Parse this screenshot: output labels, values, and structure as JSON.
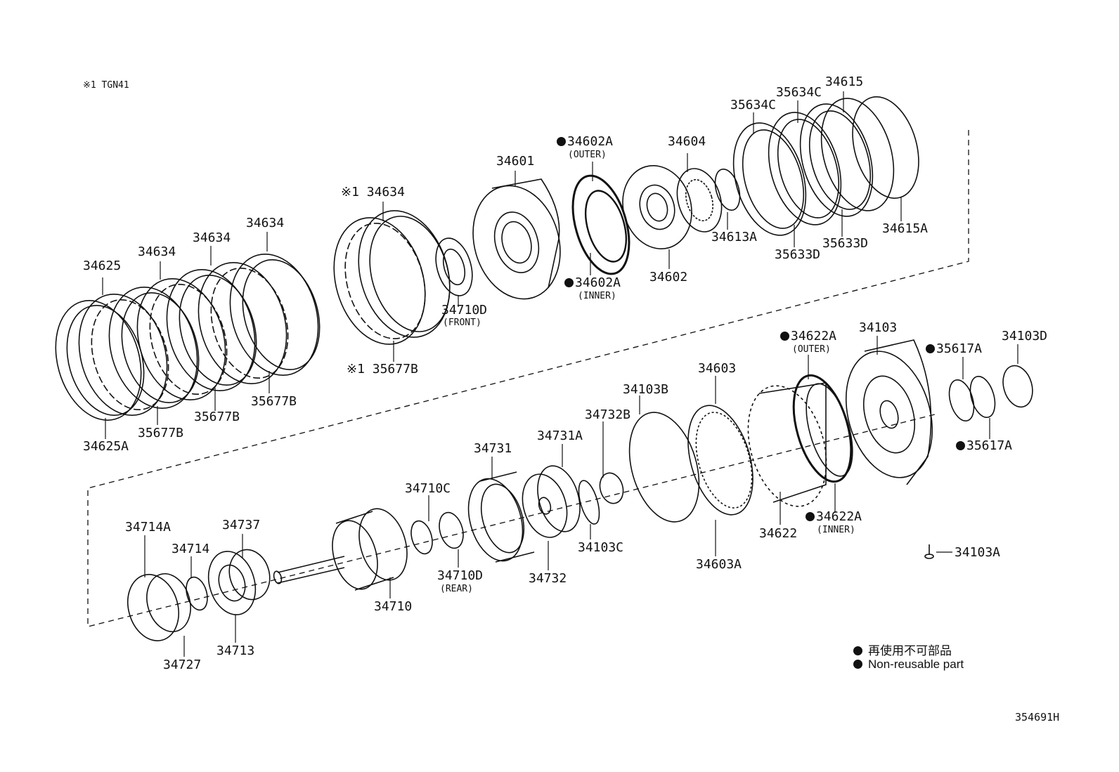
{
  "note": "※1 TGN41",
  "drawing_code": "354691H",
  "legend": [
    {
      "text": "再使用不可部品"
    },
    {
      "text": "Non-reusable part"
    }
  ],
  "parts": [
    {
      "id": "34625",
      "mark": false
    },
    {
      "id": "34634",
      "mark": false
    },
    {
      "id": "34634",
      "mark": false
    },
    {
      "id": "34634",
      "mark": false
    },
    {
      "id": "※1 34634",
      "mark": false
    },
    {
      "id": "34625A",
      "mark": false
    },
    {
      "id": "35677B",
      "mark": false
    },
    {
      "id": "35677B",
      "mark": false
    },
    {
      "id": "35677B",
      "mark": false
    },
    {
      "id": "※1 35677B",
      "mark": false
    },
    {
      "id": "34710D",
      "sub": "(FRONT)",
      "mark": false
    },
    {
      "id": "34601",
      "mark": false
    },
    {
      "id": "34602A",
      "sub": "(OUTER)",
      "mark": true
    },
    {
      "id": "34602A",
      "sub": "(INNER)",
      "mark": true
    },
    {
      "id": "34604",
      "mark": false
    },
    {
      "id": "34602",
      "mark": false
    },
    {
      "id": "34613A",
      "mark": false
    },
    {
      "id": "35634C",
      "mark": false
    },
    {
      "id": "35634C",
      "mark": false
    },
    {
      "id": "34615",
      "mark": false
    },
    {
      "id": "35633D",
      "mark": false
    },
    {
      "id": "35633D",
      "mark": false
    },
    {
      "id": "34615A",
      "mark": false
    },
    {
      "id": "34622A",
      "sub": "(OUTER)",
      "mark": true
    },
    {
      "id": "34103",
      "mark": false
    },
    {
      "id": "35617A",
      "mark": true
    },
    {
      "id": "34103D",
      "mark": false
    },
    {
      "id": "35617A",
      "mark": true
    },
    {
      "id": "34603",
      "mark": false
    },
    {
      "id": "34103B",
      "mark": false
    },
    {
      "id": "34732B",
      "mark": false
    },
    {
      "id": "34731A",
      "mark": false
    },
    {
      "id": "34731",
      "mark": false
    },
    {
      "id": "34710C",
      "mark": false
    },
    {
      "id": "34622A",
      "sub": "(INNER)",
      "mark": true
    },
    {
      "id": "34622",
      "mark": false
    },
    {
      "id": "34103C",
      "mark": false
    },
    {
      "id": "34603A",
      "mark": false
    },
    {
      "id": "34103A",
      "mark": false
    },
    {
      "id": "34732",
      "mark": false
    },
    {
      "id": "34710D",
      "sub": "(REAR)",
      "mark": false
    },
    {
      "id": "34710",
      "mark": false
    },
    {
      "id": "34714A",
      "mark": false
    },
    {
      "id": "34737",
      "mark": false
    },
    {
      "id": "34714",
      "mark": false
    },
    {
      "id": "34713",
      "mark": false
    },
    {
      "id": "34727",
      "mark": false
    }
  ]
}
